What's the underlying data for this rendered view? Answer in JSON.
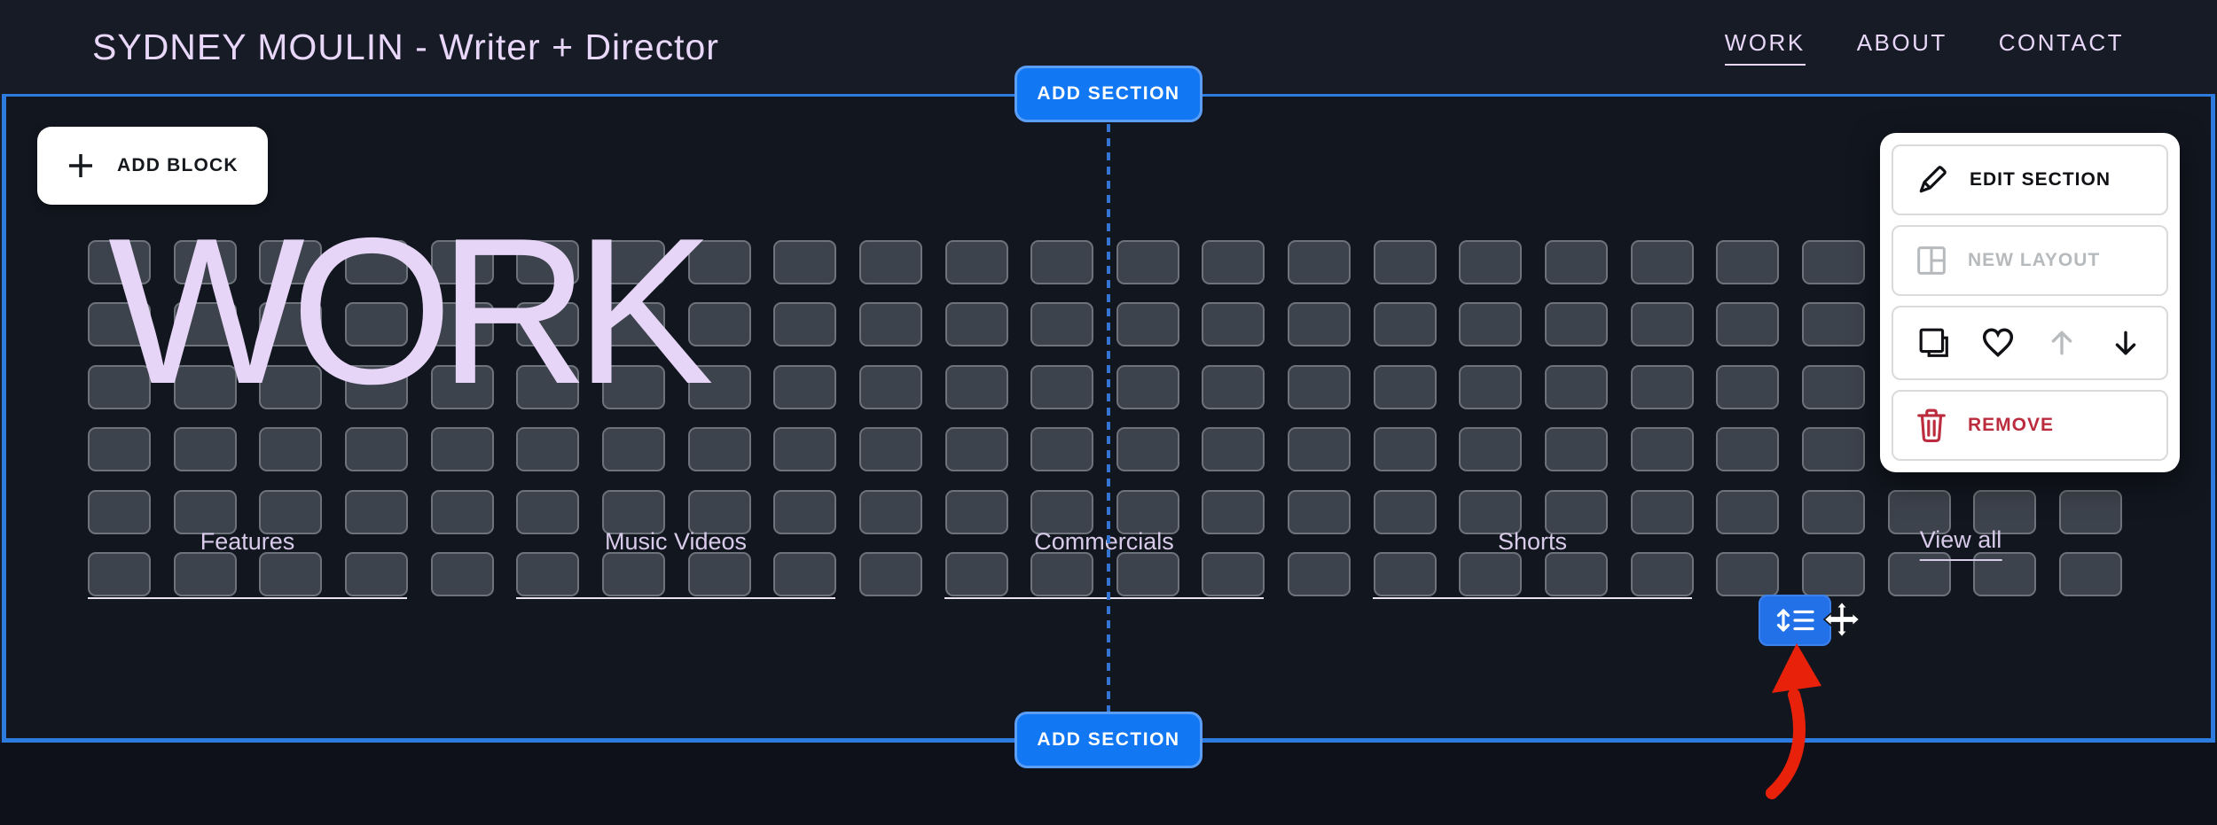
{
  "site": {
    "title": "SYDNEY MOULIN - Writer + Director",
    "nav": [
      {
        "label": "WORK",
        "active": true
      },
      {
        "label": "ABOUT",
        "active": false
      },
      {
        "label": "CONTACT",
        "active": false
      }
    ]
  },
  "section": {
    "heading": "WORK",
    "categories": [
      "Features",
      "Music Videos",
      "Commercials",
      "Shorts"
    ],
    "view_all_label": "View all"
  },
  "editor": {
    "add_section_label": "ADD SECTION",
    "add_block_label": "ADD BLOCK",
    "menu": {
      "edit_section": "EDIT SECTION",
      "new_layout": "NEW LAYOUT",
      "remove": "REMOVE",
      "icon_buttons": [
        "duplicate-icon",
        "favorite-heart-icon",
        "move-up-icon",
        "move-down-icon"
      ]
    }
  },
  "grid": {
    "rows": 6,
    "cols": 24
  },
  "colors": {
    "accent_blue": "#1277f2",
    "outline_blue": "#2e7bdf",
    "remove_red": "#bb2d3e",
    "arrow_red": "#e8210b",
    "lavender": "#e6d5f6"
  }
}
